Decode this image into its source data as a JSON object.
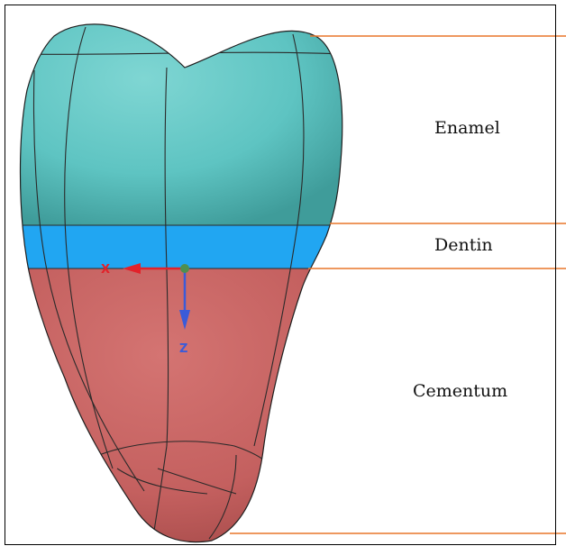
{
  "layers": [
    {
      "label": "Enamel",
      "color": "#5ec4c2"
    },
    {
      "label": "Dentin",
      "color": "#21a6f2"
    },
    {
      "label": "Cementum",
      "color": "#c4605f"
    }
  ],
  "axes": {
    "x_label": "X",
    "z_label": "Z",
    "x_color": "#e2222a",
    "z_color": "#3b5bd9",
    "origin_color": "#4f8f4f"
  },
  "guide_line_color": "#e8762a",
  "mesh_line_color": "#2a2a2a"
}
